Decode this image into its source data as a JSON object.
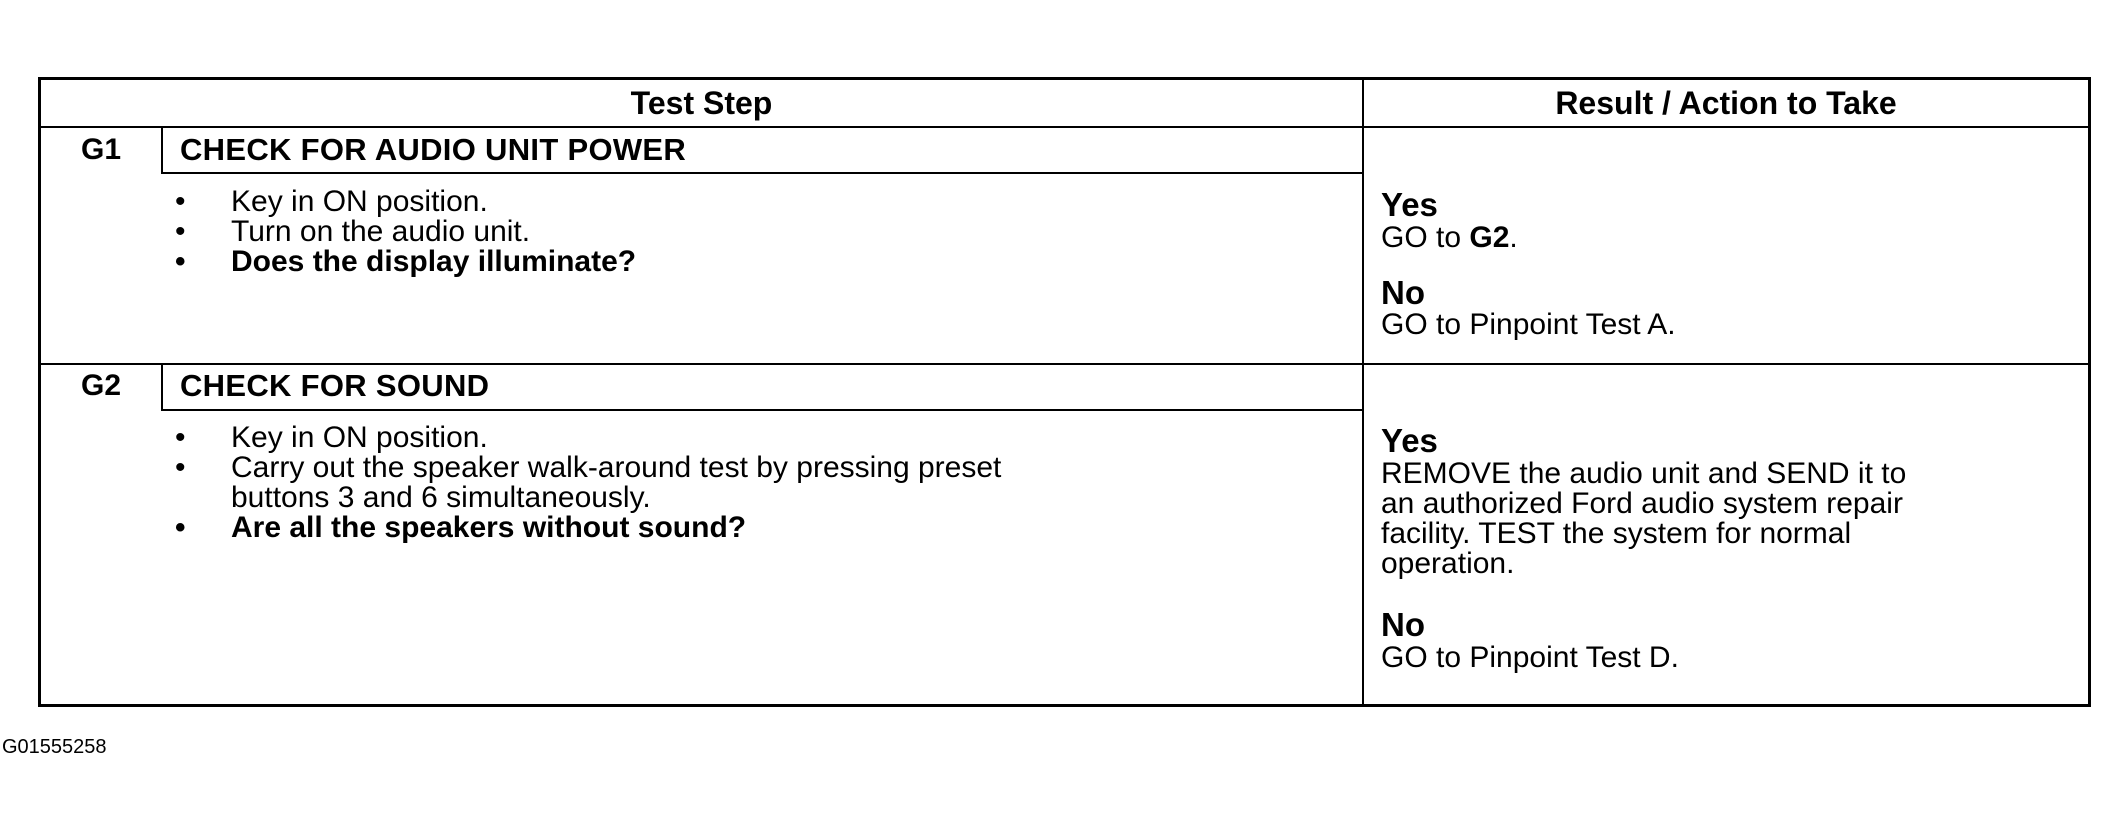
{
  "table": {
    "header": {
      "test_step": "Test Step",
      "result": "Result / Action to Take"
    },
    "steps": [
      {
        "id": "G1",
        "title": "CHECK FOR AUDIO UNIT POWER",
        "bullets": [
          "Key in ON position.",
          "Turn on the audio unit.",
          "Does the display illuminate?"
        ],
        "yes_label": "Yes",
        "yes_action_prefix": "GO to ",
        "yes_action_bold": "G2",
        "yes_action_suffix": ".",
        "no_label": "No",
        "no_action": "GO to Pinpoint Test A."
      },
      {
        "id": "G2",
        "title": "CHECK FOR SOUND",
        "bullets": [
          "Key in ON position.",
          "Carry out the speaker walk-around test by pressing preset",
          "buttons 3 and 6 simultaneously.",
          "Are all the speakers without sound?"
        ],
        "yes_label": "Yes",
        "yes_action_lines": [
          "REMOVE the audio unit and SEND it to",
          "an authorized Ford audio system repair",
          "facility. TEST the system for normal",
          "operation."
        ],
        "no_label": "No",
        "no_action": "GO to Pinpoint Test D."
      }
    ]
  },
  "figure_id": "G01555258"
}
